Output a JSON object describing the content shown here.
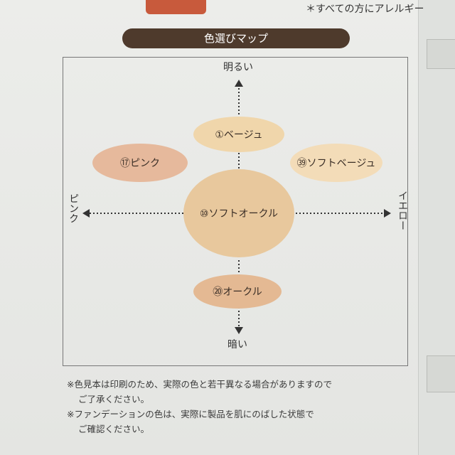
{
  "header": {
    "allergy_note": "＊すべての方にアレルギー"
  },
  "map": {
    "title": "色選びマップ",
    "axes": {
      "top": "明るい",
      "bottom": "暗い",
      "left": "ピンク",
      "right": "イエロー"
    },
    "shades": [
      {
        "num": "01",
        "label": "①ベージュ",
        "color": "#f0d6ab"
      },
      {
        "num": "17",
        "label": "⑰ピンク",
        "color": "#e6b99c"
      },
      {
        "num": "39",
        "label": "㊴ソフトベージュ",
        "color": "#f3dcb8"
      },
      {
        "num": "10",
        "label": "⑩ソフトオークル",
        "color": "#e8c89d"
      },
      {
        "num": "20",
        "label": "⑳オークル",
        "color": "#e4b993"
      }
    ]
  },
  "notes": {
    "line1": "※色見本は印刷のため、実際の色と若干異なる場合がありますので",
    "line2": "ご了承ください。",
    "line3": "※ファンデーションの色は、実際に製品を肌にのばした状態で",
    "line4": "ご確認ください。"
  }
}
